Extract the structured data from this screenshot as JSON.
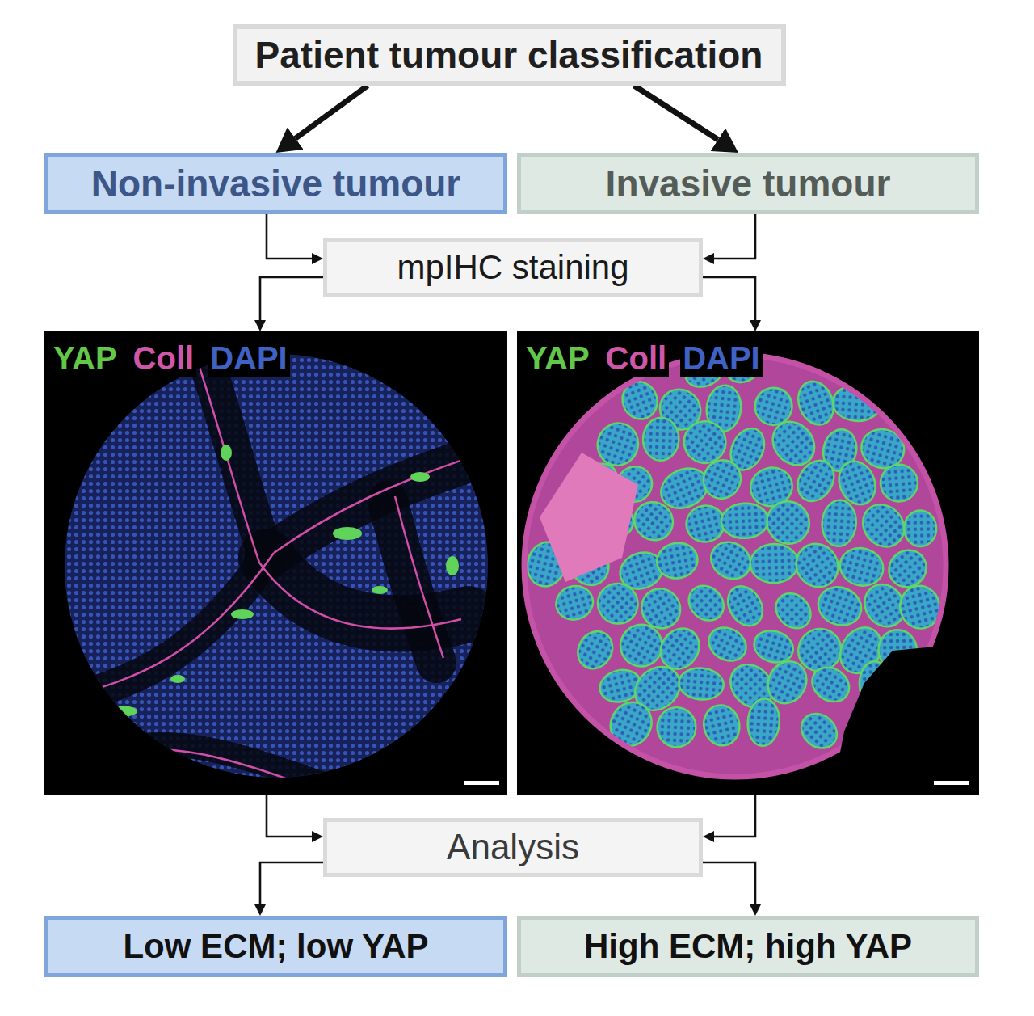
{
  "diagram": {
    "nodes": [
      {
        "text": [
          "Patient tumour classification"
        ]
      },
      {
        "text": [
          "Non-invasive tumour"
        ]
      },
      {
        "text": [
          "Invasive tumour"
        ]
      },
      {
        "text": [
          "mpIHC staining"
        ]
      },
      {
        "text": [
          "YAP",
          "Coll",
          "DAPI"
        ]
      },
      {
        "text": [
          "YAP",
          "Coll",
          "DAPI"
        ]
      },
      {
        "text": [
          "Analysis"
        ]
      },
      {
        "text": [
          "Low ECM; low YAP"
        ]
      },
      {
        "text": [
          "High ECM; high YAP"
        ]
      }
    ],
    "edges": [
      {
        "from": 0,
        "to": 1,
        "arrow": "to"
      },
      {
        "from": 0,
        "to": 2,
        "arrow": "to"
      },
      {
        "from": 1,
        "to": 3,
        "arrow": "to"
      },
      {
        "from": 2,
        "to": 3,
        "arrow": "to"
      },
      {
        "from": 3,
        "to": 4,
        "arrow": "to"
      },
      {
        "from": 3,
        "to": 5,
        "arrow": "to"
      },
      {
        "from": 4,
        "to": 6,
        "arrow": "to"
      },
      {
        "from": 5,
        "to": 6,
        "arrow": "to"
      },
      {
        "from": 6,
        "to": 7,
        "arrow": "to"
      },
      {
        "from": 6,
        "to": 8,
        "arrow": "to"
      }
    ]
  }
}
